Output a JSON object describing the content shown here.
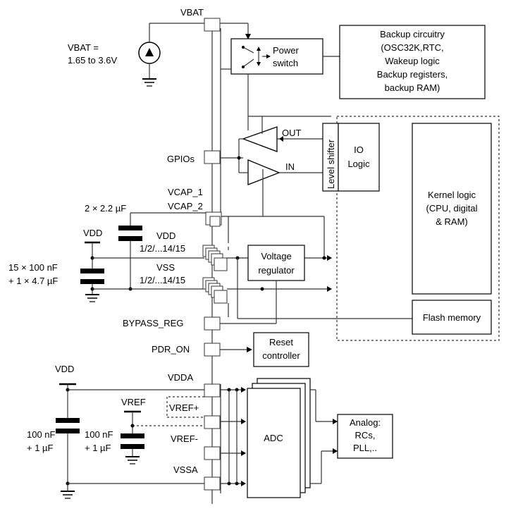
{
  "labels": {
    "vbat_pin": "VBAT",
    "vbat_range_1": "VBAT =",
    "vbat_range_2": "1.65 to 3.6V",
    "power_switch_1": "Power",
    "power_switch_2": "switch",
    "backup_1": "Backup circuitry",
    "backup_2": "(OSC32K,RTC,",
    "backup_3": "Wakeup logic",
    "backup_4": "Backup registers,",
    "backup_5": "backup RAM)",
    "out": "OUT",
    "in": "IN",
    "gpios": "GPIOs",
    "level_shifter": "Level shifter",
    "io_logic_1": "IO",
    "io_logic_2": "Logic",
    "kernel_1": "Kernel logic",
    "kernel_2": "(CPU, digital",
    "kernel_3": "& RAM)",
    "vcap_1": "VCAP_1",
    "vcap_2": "VCAP_2",
    "cap_vcap": "2 × 2.2 µF",
    "vdd_top": "VDD",
    "vdd_pins": "VDD",
    "vdd_pins_num": "1/2/...14/15",
    "vss_pins": "VSS",
    "vss_pins_num": "1/2/...14/15",
    "cap_vdd_1": "15 × 100 nF",
    "cap_vdd_2": "+ 1 × 4.7 µF",
    "voltage_reg_1": "Voltage",
    "voltage_reg_2": "regulator",
    "flash": "Flash memory",
    "bypass_reg": "BYPASS_REG",
    "pdr_on": "PDR_ON",
    "reset_1": "Reset",
    "reset_2": "controller",
    "vdd_analog": "VDD",
    "vdda": "VDDA",
    "vref": "VREF",
    "vref_plus": "VREF+",
    "vref_minus": "VREF-",
    "vssa": "VSSA",
    "cap_vdda_1": "100 nF",
    "cap_vdda_2": "+ 1 µF",
    "cap_vref_1": "100 nF",
    "cap_vref_2": "+ 1 µF",
    "adc": "ADC",
    "analog_1": "Analog:",
    "analog_2": "RCs,",
    "analog_3": "PLL,.."
  }
}
